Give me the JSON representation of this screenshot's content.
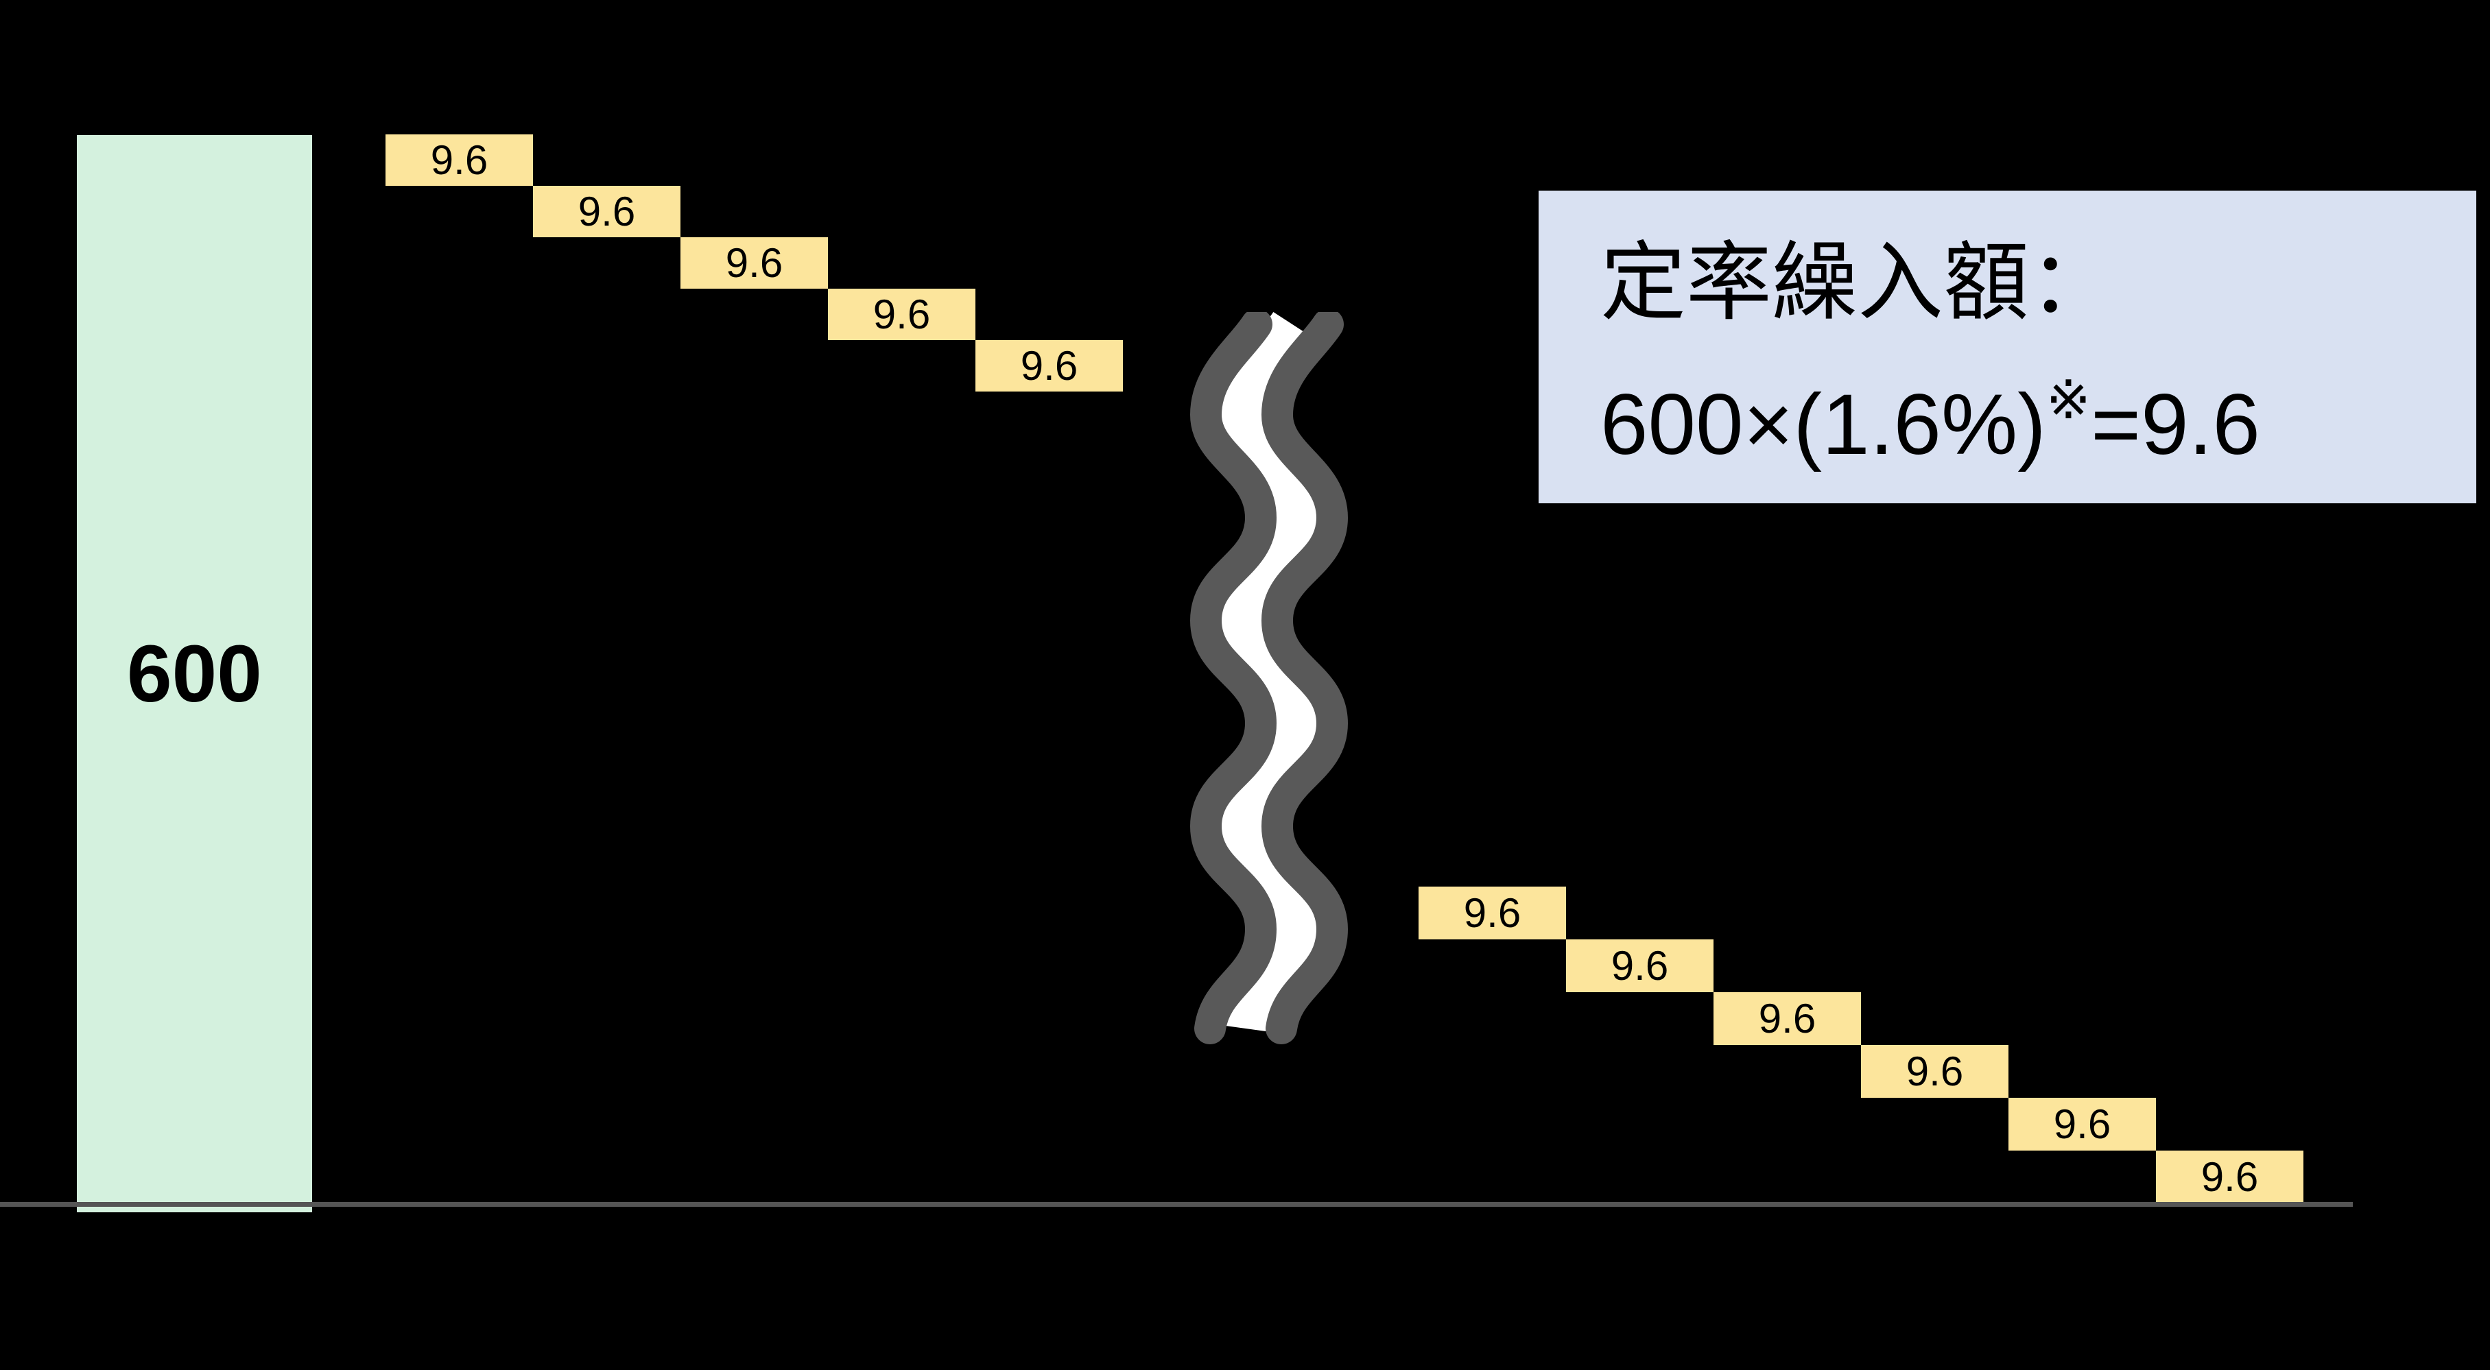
{
  "page": {
    "background": "#000000"
  },
  "chart_data": {
    "type": "bar",
    "subtype": "waterfall-with-omission-break",
    "title": "",
    "xlabel": "",
    "ylabel": "",
    "initial_bar": {
      "label": "600",
      "value": 600
    },
    "step_value": 9.6,
    "left_steps": {
      "count": 5,
      "labels": [
        "9.6",
        "9.6",
        "9.6",
        "9.6",
        "9.6"
      ],
      "values": [
        9.6,
        9.6,
        9.6,
        9.6,
        9.6
      ]
    },
    "break": "wavy-omission-symbol",
    "right_steps": {
      "count": 6,
      "labels": [
        "9.6",
        "9.6",
        "9.6",
        "9.6",
        "9.6",
        "9.6"
      ],
      "values": [
        9.6,
        9.6,
        9.6,
        9.6,
        9.6,
        9.6
      ]
    },
    "annotation": {
      "line1": "定率繰入額：",
      "line2_main": "600×(1.6%)",
      "line2_sup": "※",
      "line2_tail": "=9.6"
    },
    "layout_hints": {
      "background": "black",
      "baseline_axis": "bottom, gray",
      "legend": "none",
      "grid": false
    },
    "colors": {
      "initial_bar": "#d4f1de",
      "step_bar": "#fce59c",
      "annotation_box": "#d9e1f2",
      "break_symbol": "#595959",
      "break_symbol_gap": "#ffffff",
      "baseline": "#555555",
      "text": "#000000"
    }
  }
}
